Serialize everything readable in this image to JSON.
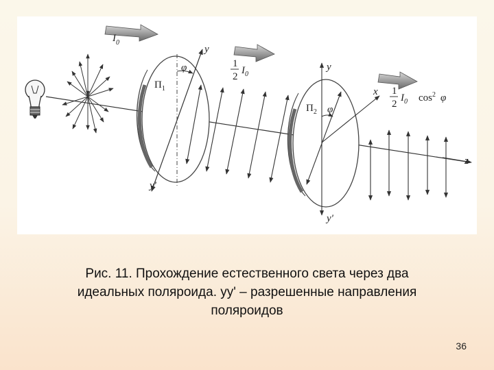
{
  "diagram": {
    "labels": {
      "i0": "I",
      "i0_sub": "0",
      "y_p1": "y",
      "phi_p1": "φ",
      "p1": "Π",
      "p1_sub": "1",
      "y_prime_p1": "y'",
      "half_num": "1",
      "half_den": "2",
      "half_i": "I",
      "half_i_sub": "0",
      "y_p2": "y",
      "x_p2": "x",
      "p2": "Π",
      "p2_sub": "2",
      "phi_p2": "φ",
      "y_prime_p2": "y'",
      "z_axis": "z",
      "out_num": "1",
      "out_den": "2",
      "out_i": "I",
      "out_i_sub": "0",
      "out_cos": "cos",
      "out_cos_sup": "2",
      "out_phi": "φ"
    }
  },
  "caption": {
    "line1": "Рис. 11. Прохождение естественного света через два",
    "line2": "идеальных поляроида. yy' – разрешенные направления",
    "line3": "поляроидов"
  },
  "page_number": "36"
}
